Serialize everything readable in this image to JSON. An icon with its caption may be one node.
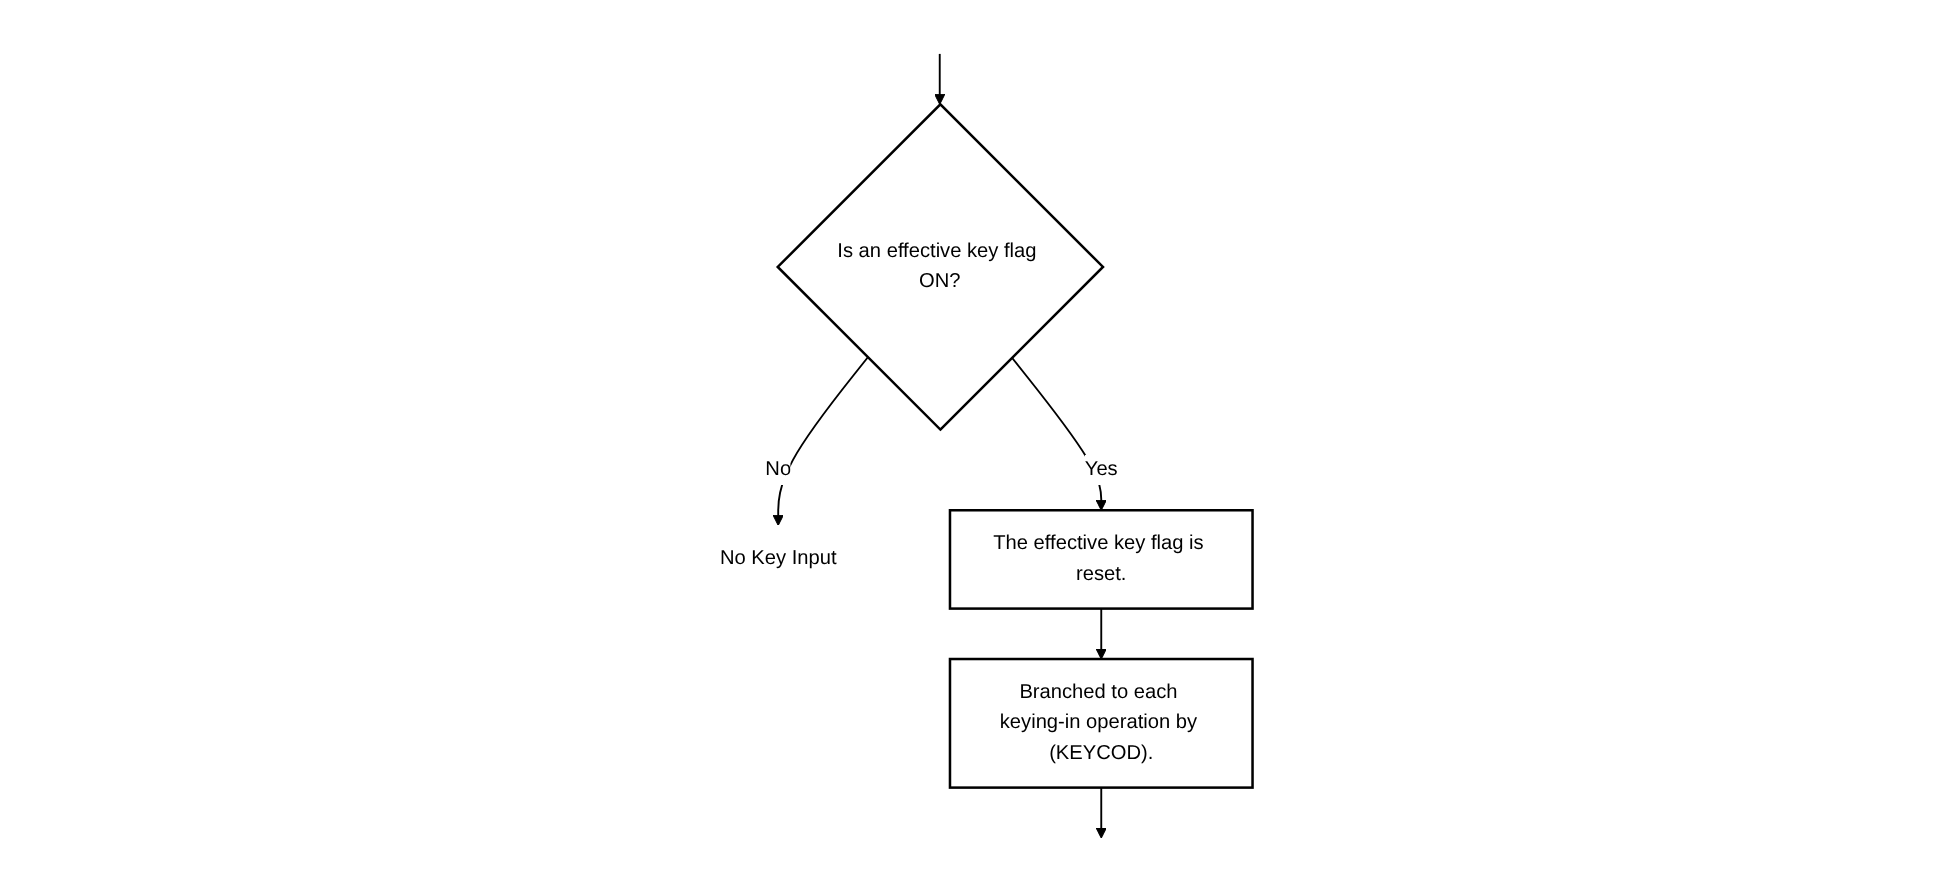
{
  "diagram": {
    "nodes": [
      {
        "text": [
          "Is an effective key flag ON?"
        ]
      },
      {
        "text": [
          "No Key Input"
        ]
      },
      {
        "text": [
          "The effective key flag is reset."
        ]
      },
      {
        "text": [
          "Branched to each keying-in operation by (KEYCOD)."
        ]
      }
    ],
    "edges": [
      {
        "from": null,
        "to": 0,
        "arrow": "to"
      },
      {
        "from": 0,
        "to": 1,
        "label": "No",
        "arrow": "to"
      },
      {
        "from": 0,
        "to": 2,
        "label": "Yes",
        "arrow": "to"
      },
      {
        "from": 2,
        "to": 3,
        "arrow": "to"
      },
      {
        "from": 3,
        "to": null,
        "arrow": "to"
      }
    ]
  }
}
